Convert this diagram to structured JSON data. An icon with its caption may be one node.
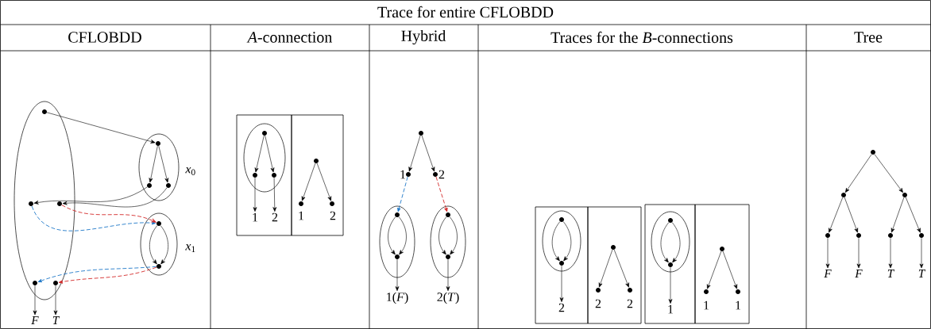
{
  "diagram": {
    "nodes": [
      {
        "text": [],
        "shape": "ellipse"
      },
      {
        "text": [],
        "shape": "dot",
        "in": 0
      },
      {
        "text": [],
        "shape": "ellipse",
        "beside": [
          "*x*$_{0}$"
        ]
      },
      {
        "text": [],
        "shape": "dot",
        "in": 2
      },
      {
        "text": [],
        "shape": "dot",
        "in": 2
      },
      {
        "text": [],
        "shape": "dot",
        "in": 2
      },
      {
        "text": [],
        "shape": "dot",
        "in": 0
      },
      {
        "text": [],
        "shape": "dot",
        "in": 0
      },
      {
        "text": [],
        "shape": "ellipse",
        "beside": [
          "*x*$_{1}$"
        ]
      },
      {
        "text": [],
        "shape": "dot",
        "in": 8
      },
      {
        "text": [],
        "shape": "dot",
        "in": 8
      },
      {
        "text": [],
        "shape": "dot",
        "in": 0
      },
      {
        "text": [],
        "shape": "dot",
        "in": 0
      },
      {
        "text": [
          "F"
        ]
      },
      {
        "text": [
          "T"
        ]
      },
      {
        "text": [],
        "shape": "box"
      },
      {
        "text": [],
        "shape": "ellipse",
        "in": 15
      },
      {
        "text": [],
        "shape": "dot",
        "in": 16
      },
      {
        "text": [],
        "shape": "dot",
        "in": 16
      },
      {
        "text": [],
        "shape": "dot",
        "in": 16
      },
      {
        "text": [
          "1"
        ],
        "in": 15
      },
      {
        "text": [
          "2"
        ],
        "in": 15
      },
      {
        "text": [],
        "shape": "box"
      },
      {
        "text": [],
        "shape": "dot",
        "in": 22
      },
      {
        "text": [],
        "shape": "dot",
        "in": 22,
        "beside": [
          "1"
        ]
      },
      {
        "text": [],
        "shape": "dot",
        "in": 22,
        "beside": [
          "2"
        ]
      },
      {
        "text": [],
        "shape": "dot"
      },
      {
        "text": [],
        "shape": "dot",
        "beside": [
          "1"
        ]
      },
      {
        "text": [],
        "shape": "dot",
        "beside": [
          "2"
        ]
      },
      {
        "text": [],
        "shape": "ellipse"
      },
      {
        "text": [],
        "shape": "dot",
        "in": 29
      },
      {
        "text": [],
        "shape": "dot",
        "in": 29
      },
      {
        "text": [],
        "shape": "ellipse"
      },
      {
        "text": [],
        "shape": "dot",
        "in": 32
      },
      {
        "text": [],
        "shape": "dot",
        "in": 32
      },
      {
        "text": [
          "1(*F*)"
        ]
      },
      {
        "text": [
          "2(*T*)"
        ]
      },
      {
        "text": [],
        "shape": "box"
      },
      {
        "text": [],
        "shape": "ellipse",
        "in": 37
      },
      {
        "text": [],
        "shape": "dot",
        "in": 38
      },
      {
        "text": [],
        "shape": "dot",
        "in": 38
      },
      {
        "text": [
          "2"
        ],
        "in": 37
      },
      {
        "text": [],
        "shape": "box"
      },
      {
        "text": [],
        "shape": "dot",
        "in": 42
      },
      {
        "text": [],
        "shape": "dot",
        "in": 42,
        "beside": [
          "2"
        ]
      },
      {
        "text": [],
        "shape": "dot",
        "in": 42,
        "beside": [
          "2"
        ]
      },
      {
        "text": [],
        "shape": "box"
      },
      {
        "text": [],
        "shape": "ellipse",
        "in": 46
      },
      {
        "text": [],
        "shape": "dot",
        "in": 47
      },
      {
        "text": [],
        "shape": "dot",
        "in": 47
      },
      {
        "text": [
          "1"
        ],
        "in": 46
      },
      {
        "text": [],
        "shape": "box"
      },
      {
        "text": [],
        "shape": "dot",
        "in": 51
      },
      {
        "text": [],
        "shape": "dot",
        "in": 51,
        "beside": [
          "1"
        ]
      },
      {
        "text": [],
        "shape": "dot",
        "in": 51,
        "beside": [
          "1"
        ]
      },
      {
        "text": [],
        "shape": "dot"
      },
      {
        "text": [],
        "shape": "dot"
      },
      {
        "text": [],
        "shape": "dot"
      },
      {
        "text": [],
        "shape": "dot"
      },
      {
        "text": [],
        "shape": "dot"
      },
      {
        "text": [],
        "shape": "dot"
      },
      {
        "text": [],
        "shape": "dot"
      },
      {
        "text": [
          "F"
        ]
      },
      {
        "text": [
          "F"
        ]
      },
      {
        "text": [
          "T"
        ]
      },
      {
        "text": [
          "T"
        ]
      }
    ],
    "edges": [
      {
        "from": 1,
        "to": 3,
        "arrow": "to"
      },
      {
        "from": 3,
        "to": 4,
        "arrow": "to"
      },
      {
        "from": 3,
        "to": 5,
        "arrow": "to"
      },
      {
        "from": 4,
        "to": 6,
        "arrow": "to"
      },
      {
        "from": 5,
        "to": 7,
        "arrow": "to"
      },
      {
        "from": 6,
        "to": 9,
        "arrow": "to",
        "style": "dashed",
        "color": "#1f78c8"
      },
      {
        "from": 7,
        "to": 9,
        "arrow": "to",
        "style": "dashed",
        "color": "#d42a2a"
      },
      {
        "from": 9,
        "to": 10,
        "arrow": "to"
      },
      {
        "from": 9,
        "to": 10,
        "arrow": "to"
      },
      {
        "from": 10,
        "to": 11,
        "arrow": "to",
        "style": "dashed",
        "color": "#1f78c8"
      },
      {
        "from": 10,
        "to": 12,
        "arrow": "to",
        "style": "dashed",
        "color": "#d42a2a"
      },
      {
        "from": 11,
        "to": 13,
        "arrow": "to"
      },
      {
        "from": 12,
        "to": 14,
        "arrow": "to"
      },
      {
        "from": 17,
        "to": 18,
        "arrow": "to"
      },
      {
        "from": 17,
        "to": 19,
        "arrow": "to"
      },
      {
        "from": 18,
        "to": 20,
        "arrow": "to"
      },
      {
        "from": 19,
        "to": 21,
        "arrow": "to"
      },
      {
        "from": 23,
        "to": 24,
        "arrow": "to"
      },
      {
        "from": 23,
        "to": 25,
        "arrow": "to"
      },
      {
        "from": 26,
        "to": 27,
        "arrow": "to"
      },
      {
        "from": 26,
        "to": 28,
        "arrow": "to"
      },
      {
        "from": 27,
        "to": 30,
        "arrow": "to",
        "style": "dashed",
        "color": "#1f78c8"
      },
      {
        "from": 28,
        "to": 33,
        "arrow": "to",
        "style": "dashed",
        "color": "#d42a2a"
      },
      {
        "from": 30,
        "to": 31,
        "arrow": "to"
      },
      {
        "from": 30,
        "to": 31,
        "arrow": "to"
      },
      {
        "from": 33,
        "to": 34,
        "arrow": "to"
      },
      {
        "from": 33,
        "to": 34,
        "arrow": "to"
      },
      {
        "from": 31,
        "to": 35,
        "arrow": "to"
      },
      {
        "from": 34,
        "to": 36,
        "arrow": "to"
      },
      {
        "from": 39,
        "to": 40,
        "arrow": "to"
      },
      {
        "from": 39,
        "to": 40,
        "arrow": "to"
      },
      {
        "from": 40,
        "to": 41,
        "arrow": "to"
      },
      {
        "from": 43,
        "to": 44,
        "arrow": "to"
      },
      {
        "from": 43,
        "to": 45,
        "arrow": "to"
      },
      {
        "from": 48,
        "to": 49,
        "arrow": "to"
      },
      {
        "from": 48,
        "to": 49,
        "arrow": "to"
      },
      {
        "from": 49,
        "to": 50,
        "arrow": "to"
      },
      {
        "from": 52,
        "to": 53,
        "arrow": "to"
      },
      {
        "from": 52,
        "to": 54,
        "arrow": "to"
      },
      {
        "from": 55,
        "to": 56,
        "arrow": "to"
      },
      {
        "from": 55,
        "to": 57,
        "arrow": "to"
      },
      {
        "from": 56,
        "to": 58,
        "arrow": "to"
      },
      {
        "from": 56,
        "to": 59,
        "arrow": "to"
      },
      {
        "from": 57,
        "to": 60,
        "arrow": "to"
      },
      {
        "from": 57,
        "to": 61,
        "arrow": "to"
      },
      {
        "from": 58,
        "to": 62,
        "arrow": "to"
      },
      {
        "from": 59,
        "to": 63,
        "arrow": "to"
      },
      {
        "from": 60,
        "to": 64,
        "arrow": "to"
      },
      {
        "from": 61,
        "to": 65,
        "arrow": "to"
      }
    ],
    "labels": [
      "Trace for entire CFLOBDD",
      "CFLOBDD",
      "*A*-connection",
      "Hybrid",
      "Traces for the *B*-connections",
      "Tree"
    ]
  }
}
